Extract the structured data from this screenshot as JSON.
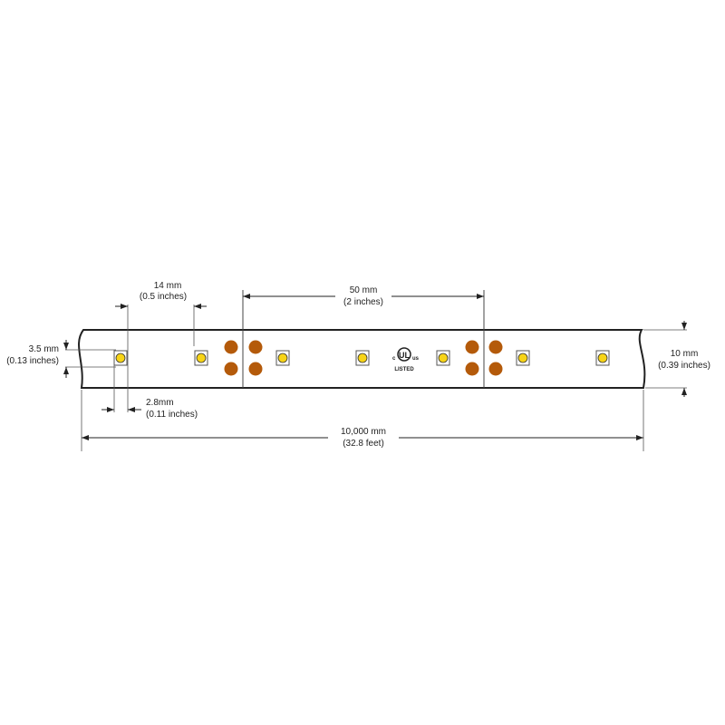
{
  "dimensions": {
    "led_pitch": {
      "metric": "14 mm",
      "imperial": "(0.5 inches)"
    },
    "cut_interval": {
      "metric": "50 mm",
      "imperial": "(2 inches)"
    },
    "led_height": {
      "metric": "3.5 mm",
      "imperial": "(0.13 inches)"
    },
    "led_width": {
      "metric": "2.8mm",
      "imperial": "(0.11 inches)"
    },
    "strip_width": {
      "metric": "10 mm",
      "imperial": "(0.39 inches)"
    },
    "strip_length": {
      "metric": "10,000 mm",
      "imperial": "(32.8 feet)"
    }
  },
  "certification": {
    "c": "c",
    "mark": "UL",
    "us": "us",
    "listed": "LISTED"
  },
  "colors": {
    "led": "#f7d417",
    "pad": "#b45a0a",
    "strip": "#222222"
  }
}
